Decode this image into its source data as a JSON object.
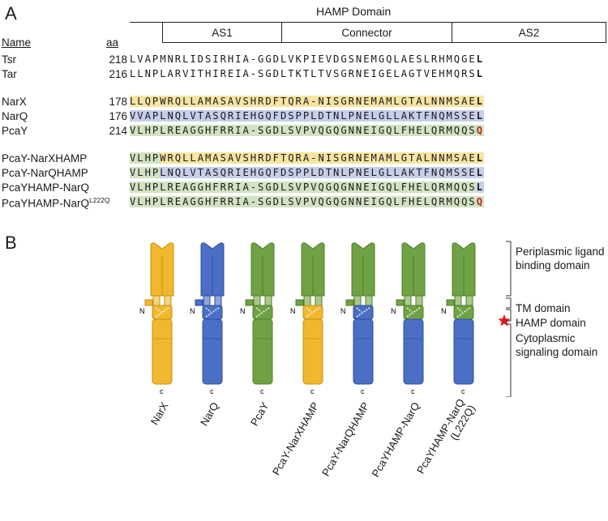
{
  "panel_a": {
    "letter": "A",
    "hamp_title": "HAMP Domain",
    "segments": [
      "AS1",
      "Connector",
      "AS2"
    ],
    "col_name": "Name",
    "col_aa": "aa",
    "rows": [
      {
        "name": "Tsr",
        "aa": "218",
        "seq": "LVAPMNRLIDSIRHIA-GGDLVKPIEVDGSNEMGQLAESLRHMQGE",
        "last": "L",
        "bg": "none"
      },
      {
        "name": "Tar",
        "aa": "216",
        "seq": "LLNPLARVITHIREIA-SGDLTKTLTVSGRNEIGELAGTVEHMQRS",
        "last": "L",
        "bg": "none"
      },
      {
        "name": "NarX",
        "aa": "178",
        "seq": "LLQPWRQLLAMASAVSHRDFTQRA-NISGRNEMAMLGTALNNMSAE",
        "last": "L",
        "bg": "yellow"
      },
      {
        "name": "NarQ",
        "aa": "176",
        "seq": "VVAPLNQLVTASQRIEHGQFDSPPLDTNLPNELGLLAKTFNQMSSE",
        "last": "L",
        "bg": "blue"
      },
      {
        "name": "PcaY",
        "aa": "214",
        "seq": "VLHPLREAGGHFRRIA-SGDLSVPVQGQGNNEIGQLFHELQRMQQS",
        "last": "Q",
        "bg": "green"
      },
      {
        "name": "PcaY-NarXHAMP",
        "aa": "",
        "seq_a": "VLHP",
        "seq_b": "WRQLLAMASAVSHRDFTQRA-NISGRNEMAMLGTALNNMSAE",
        "last": "L",
        "bg": "green-yellow"
      },
      {
        "name": "PcaY-NarQHAMP",
        "aa": "",
        "seq_a": "VLHP",
        "seq_b": "LNQLVTASQRIEHGQFDSPPLDTNLPNELGLLAKTFNQMSSE",
        "last": "L",
        "bg": "green-blue"
      },
      {
        "name": "PcaYHAMP-NarQ",
        "aa": "",
        "seq": "VLHPLREAGGHFRRIA-SGDLSVPVQGQGNNEIGQLFHELQRMQQS",
        "last": "L",
        "bg": "green-lastblue"
      },
      {
        "name": "PcaYHAMP-NarQ",
        "name_sup": "L222Q",
        "aa": "",
        "seq": "VLHPLREAGGHFRRIA-SGDLSVPVQGQGNNEIGQLFHELQRMQQS",
        "last": "Q",
        "bg": "green"
      }
    ]
  },
  "panel_b": {
    "letter": "B",
    "labels_n": "N",
    "labels_c": "c",
    "constructs": [
      "NarX",
      "NarQ",
      "PcaY",
      "PcaY-NarXHAMP",
      "PcaY-NarQHAMP",
      "PcaYHAMP-NarQ",
      "PcaYHAMP-NarQ (L222Q)"
    ],
    "domains": {
      "periplasmic": "Periplasmic ligand binding domain",
      "tm": "TM domain",
      "hamp": "HAMP domain",
      "cytoplasmic": "Cytoplasmic signaling domain"
    },
    "colors": {
      "yellow": "#f1b72e",
      "blue": "#4a6fc4",
      "green": "#6fa244",
      "star": "#e0191b"
    }
  }
}
